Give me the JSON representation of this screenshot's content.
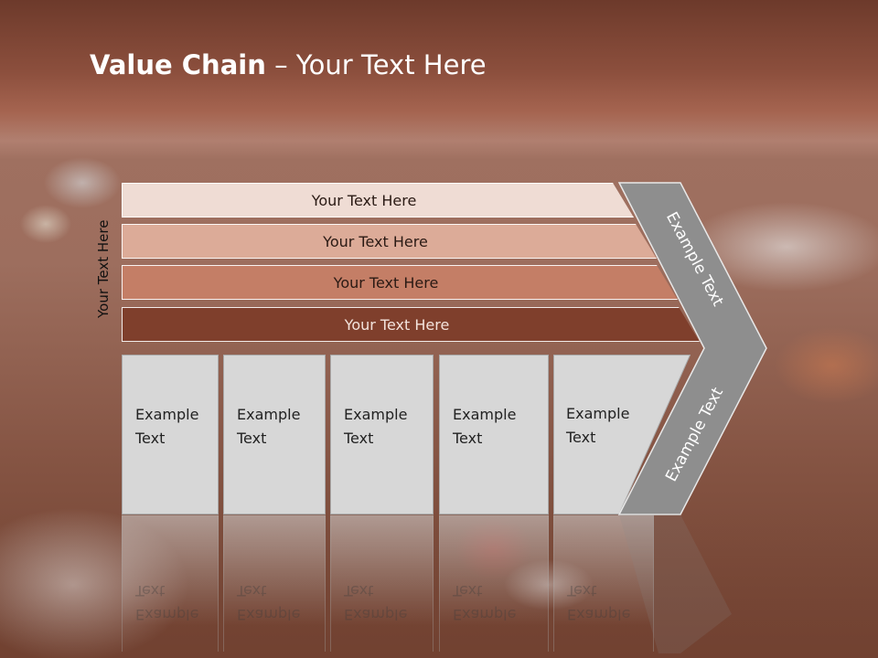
{
  "title": {
    "bold": "Value Chain",
    "rest": " – Your Text Here"
  },
  "side_label": "Your Text Here",
  "bars": [
    {
      "label": "Your Text Here",
      "color": "#efdcd4"
    },
    {
      "label": "Your Text Here",
      "color": "#dcab98"
    },
    {
      "label": "Your Text Here",
      "color": "#c47e66"
    },
    {
      "label": "Your Text Here",
      "color": "#7f3f2c"
    }
  ],
  "boxes": [
    {
      "line1": "Example",
      "line2": "Text"
    },
    {
      "line1": "Example",
      "line2": "Text"
    },
    {
      "line1": "Example",
      "line2": "Text"
    },
    {
      "line1": "Example",
      "line2": "Text"
    },
    {
      "line1": "Example",
      "line2": "Text"
    }
  ],
  "chevron": {
    "upper_label": "Example Text",
    "lower_label": "Example Text",
    "color": "#8e8e8e"
  }
}
